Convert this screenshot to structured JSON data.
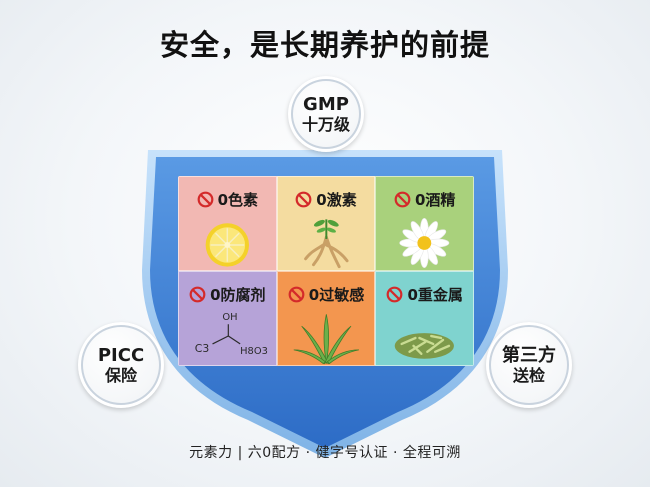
{
  "title": "安全，是长期养护的前提",
  "gmp_badge": {
    "line1": "GMP",
    "line2": "十万级"
  },
  "picc_badge": {
    "line1": "PICC",
    "line2": "保险"
  },
  "third_party_badge": {
    "line1": "第三方",
    "line2": "送检"
  },
  "cells": [
    {
      "label": "0色素",
      "icon": "lemon-slice-icon",
      "color": "#f2b8b3"
    },
    {
      "label": "0激素",
      "icon": "ginseng-root-icon",
      "color": "#f4dca0"
    },
    {
      "label": "0酒精",
      "icon": "chamomile-flower-icon",
      "color": "#a9d17c"
    },
    {
      "label": "0防腐剂",
      "icon": "chemical-structure-icon",
      "color": "#b6a3d8",
      "formula_top": "OH",
      "formula_left": "C3",
      "formula_right": "H8O3"
    },
    {
      "label": "0过敏感",
      "icon": "aloe-plant-icon",
      "color": "#f3964f"
    },
    {
      "label": "0重金属",
      "icon": "green-tea-leaves-icon",
      "color": "#7fd3cf"
    }
  ],
  "colors": {
    "shield_fill": "#3b7fd6",
    "shield_rim": "#8fc2ef",
    "ban_red": "#d42a2a"
  },
  "footer": "元素力 | 六0配方 · 健字号认证 · 全程可溯"
}
